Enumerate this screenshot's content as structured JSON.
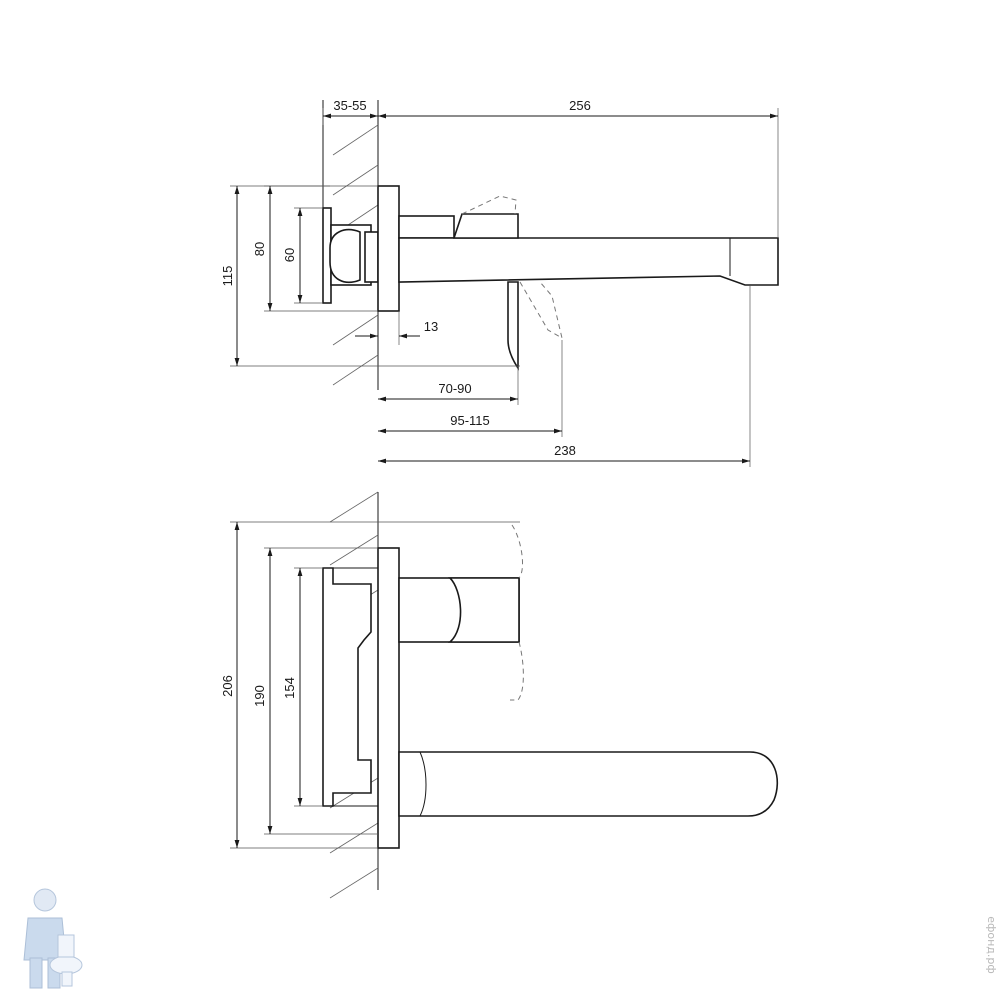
{
  "top_view": {
    "dims": {
      "wall_depth": "35-55",
      "spout_length": "256",
      "plate_height": "115",
      "body_height": "80",
      "inner_height": "60",
      "plate_thickness": "13",
      "handle_reach_1": "70-90",
      "handle_reach_2": "95-115",
      "outlet_distance": "238"
    }
  },
  "side_view": {
    "dims": {
      "plate_height": "206",
      "box_height": "190",
      "inner_height": "154"
    }
  },
  "watermark": {
    "text": "ефонд.рф",
    "mascot": "plumber-mascot"
  }
}
